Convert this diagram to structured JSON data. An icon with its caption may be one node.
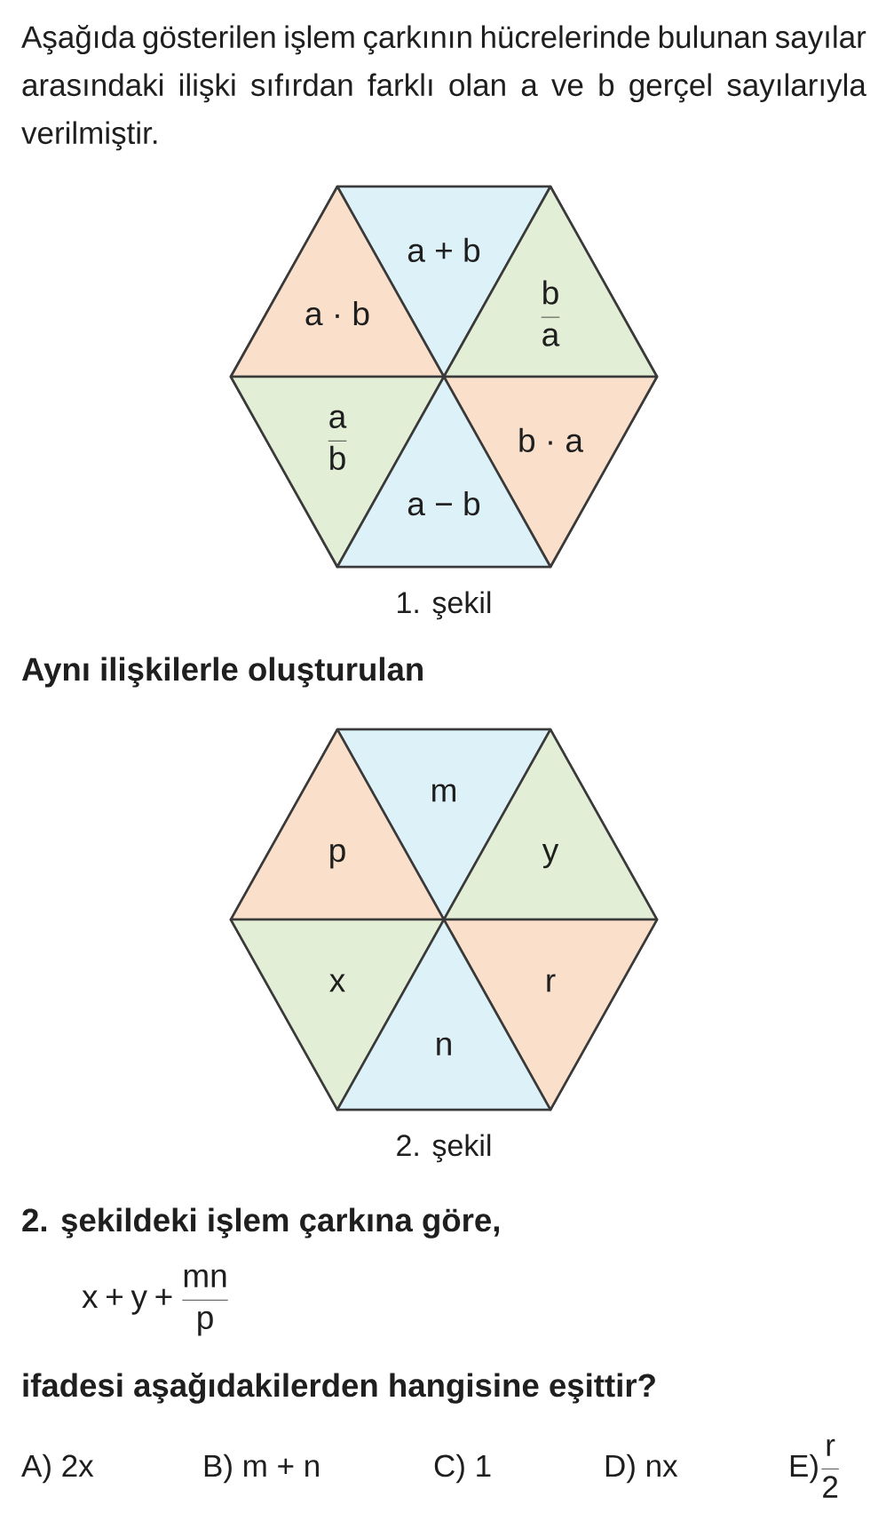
{
  "diagram": {
    "nodes": [
      {
        "text": [],
        "shape": "hexagon",
        "beside": [
          "1. şekil"
        ]
      },
      {
        "text": [
          "a + b"
        ],
        "in": 0
      },
      {
        "text": [
          "a · b"
        ],
        "in": 0
      },
      {
        "text": [
          "\\frac{b}{a}"
        ],
        "in": 0
      },
      {
        "text": [
          "\\frac{a}{b}"
        ],
        "in": 0
      },
      {
        "text": [
          "b · a"
        ],
        "in": 0
      },
      {
        "text": [
          "a − b"
        ],
        "in": 0
      },
      {
        "text": [],
        "shape": "hexagon",
        "beside": [
          "2. şekil"
        ]
      },
      {
        "text": [
          "m"
        ],
        "in": 7
      },
      {
        "text": [
          "p"
        ],
        "in": 7
      },
      {
        "text": [
          "y"
        ],
        "in": 7
      },
      {
        "text": [
          "x"
        ],
        "in": 7
      },
      {
        "text": [
          "r"
        ],
        "in": 7
      },
      {
        "text": [
          "n"
        ],
        "in": 7
      }
    ],
    "labels": [
      "Aşağıda gösterilen işlem çarkının hücrelerinde bulunan sayılar arasındaki ilişki sıfırdan farklı olan a ve b gerçel sayılarıyla verilmiştir.",
      "Aynı ilişkilerle oluşturulan",
      "2. şekildeki işlem çarkına göre,",
      "x + y + \\frac{mn}{p}",
      "ifadesi aşağıdakilerden hangisine eşittir?",
      "A) 2x",
      "B) m + n",
      "C) 1",
      "D) nx",
      "E) \\frac{r}{2}"
    ]
  }
}
